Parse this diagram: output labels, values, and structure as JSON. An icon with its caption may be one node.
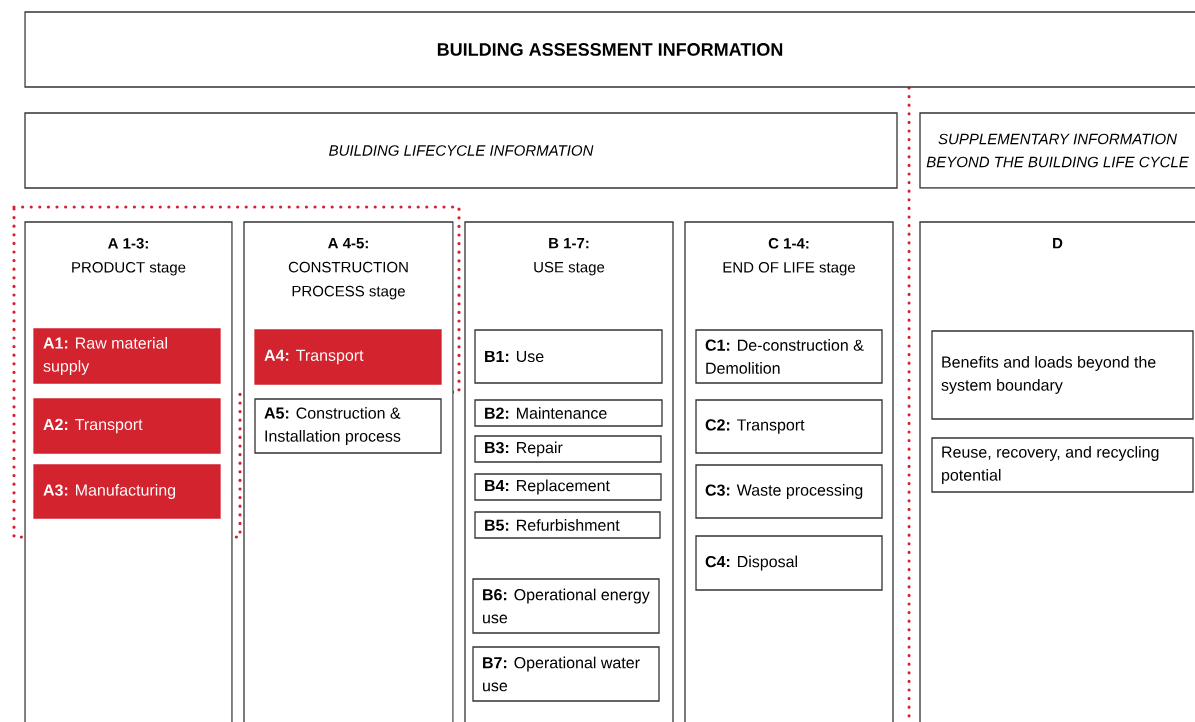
{
  "diagram": {
    "nodes": [
      {
        "text": [
          "BUILDING ASSESSMENT INFORMATION"
        ]
      },
      {
        "text": [
          "BUILDING LIFECYCLE INFORMATION"
        ]
      },
      {
        "text": [
          "SUPPLEMENTARY INFORMATION BEYOND THE BUILDING LIFE CYCLE"
        ]
      },
      {
        "text": [
          "A 1-3:",
          "PRODUCT stage"
        ]
      },
      {
        "text": [
          "**A1:** Raw material supply"
        ],
        "in": 3
      },
      {
        "text": [
          "**A2:** Transport"
        ],
        "in": 3
      },
      {
        "text": [
          "**A3:** Manufacturing"
        ],
        "in": 3
      },
      {
        "text": [
          "A 4-5:",
          "CONSTRUCTION PROCESS stage"
        ]
      },
      {
        "text": [
          "**A4:** Transport"
        ],
        "in": 7
      },
      {
        "text": [
          "**A5:** Construction & Installation process"
        ],
        "in": 7
      },
      {
        "text": [
          "B 1-7:",
          "USE stage"
        ]
      },
      {
        "text": [
          "**B1:** Use"
        ],
        "in": 10
      },
      {
        "text": [
          "**B2:** Maintenance"
        ],
        "in": 10
      },
      {
        "text": [
          "**B3:** Repair"
        ],
        "in": 10
      },
      {
        "text": [
          "**B4:** Replacement"
        ],
        "in": 10
      },
      {
        "text": [
          "**B5:** Refurbishment"
        ],
        "in": 10
      },
      {
        "text": [
          "**B6:** Operational energy use"
        ],
        "in": 10
      },
      {
        "text": [
          "**B7:** Operational water use"
        ],
        "in": 10
      },
      {
        "text": [
          "C 1-4:",
          "END OF LIFE stage"
        ]
      },
      {
        "text": [
          "**C1:** De-construction & Demolition"
        ],
        "in": 18
      },
      {
        "text": [
          "**C2:** Transport"
        ],
        "in": 18
      },
      {
        "text": [
          "**C3:** Waste processing"
        ],
        "in": 18
      },
      {
        "text": [
          "**C4:** Disposal"
        ],
        "in": 18
      },
      {
        "text": [
          "D"
        ]
      },
      {
        "text": [
          "Benefits and loads beyond the system boundary"
        ],
        "in": 23
      },
      {
        "text": [
          "Reuse, recovery, and recycling potential"
        ],
        "in": 23
      }
    ]
  }
}
